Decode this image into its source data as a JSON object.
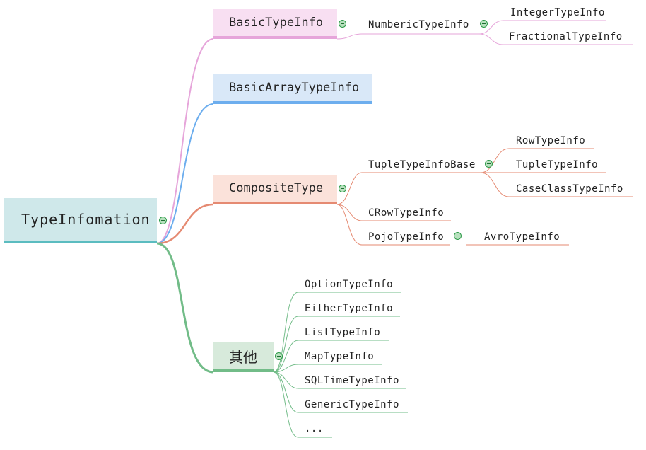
{
  "root": {
    "label": "TypeInfomation"
  },
  "branches": {
    "basic": {
      "label": "BasicTypeInfo",
      "child": {
        "label": "NumbericTypeInfo",
        "children": [
          "IntegerTypeInfo",
          "FractionalTypeInfo"
        ]
      }
    },
    "array": {
      "label": "BasicArrayTypeInfo"
    },
    "composite": {
      "label": "CompositeType",
      "tuple": {
        "label": "TupleTypeInfoBase",
        "children": [
          "RowTypeInfo",
          "TupleTypeInfo",
          "CaseClassTypeInfo"
        ]
      },
      "crow": {
        "label": "CRowTypeInfo"
      },
      "pojo": {
        "label": "PojoTypeInfo",
        "children": [
          "AvroTypeInfo"
        ]
      }
    },
    "other": {
      "label": "其他",
      "children": [
        "OptionTypeInfo",
        "EitherTypeInfo",
        "ListTypeInfo",
        "MapTypeInfo",
        "SQLTimeTypeInfo",
        "GenericTypeInfo",
        "..."
      ]
    }
  },
  "colors": {
    "basic": "#e6a5da",
    "array": "#6daeee",
    "composite": "#e58a72",
    "other": "#72bc88",
    "root": "#5bbcc0",
    "toggle": "#2c9a48"
  }
}
